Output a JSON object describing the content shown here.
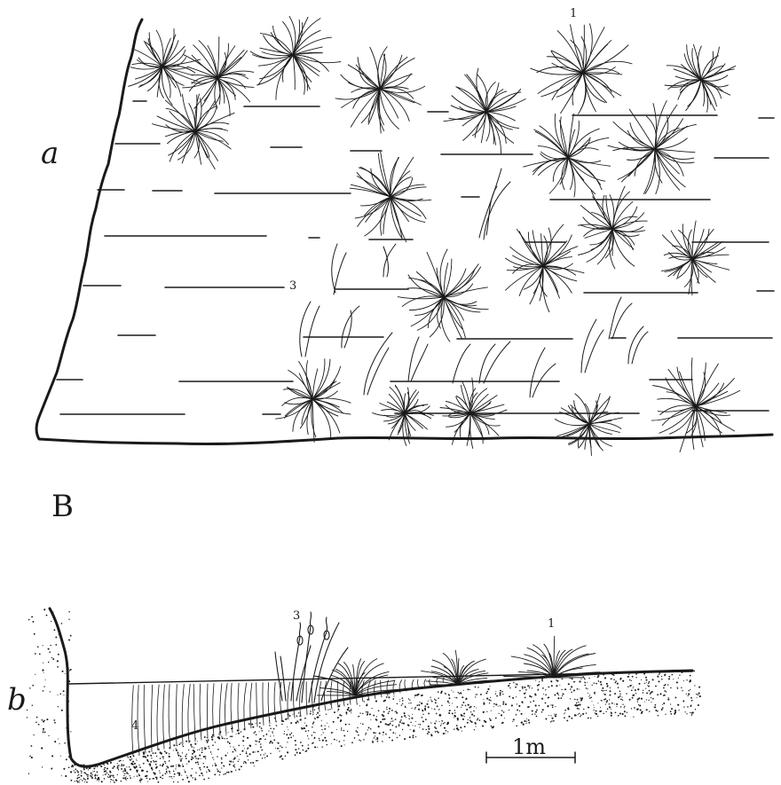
{
  "figure": {
    "panel_a_label": "a",
    "panel_B_label": "B",
    "panel_b_label": "b",
    "scale_bar_label": "1m",
    "annotations": {
      "a_1": "1",
      "a_3": "3",
      "b_3": "3",
      "b_1": "1",
      "b_4": "4"
    }
  },
  "colors": {
    "ink": "#1a1a1a",
    "background": "#ffffff"
  }
}
